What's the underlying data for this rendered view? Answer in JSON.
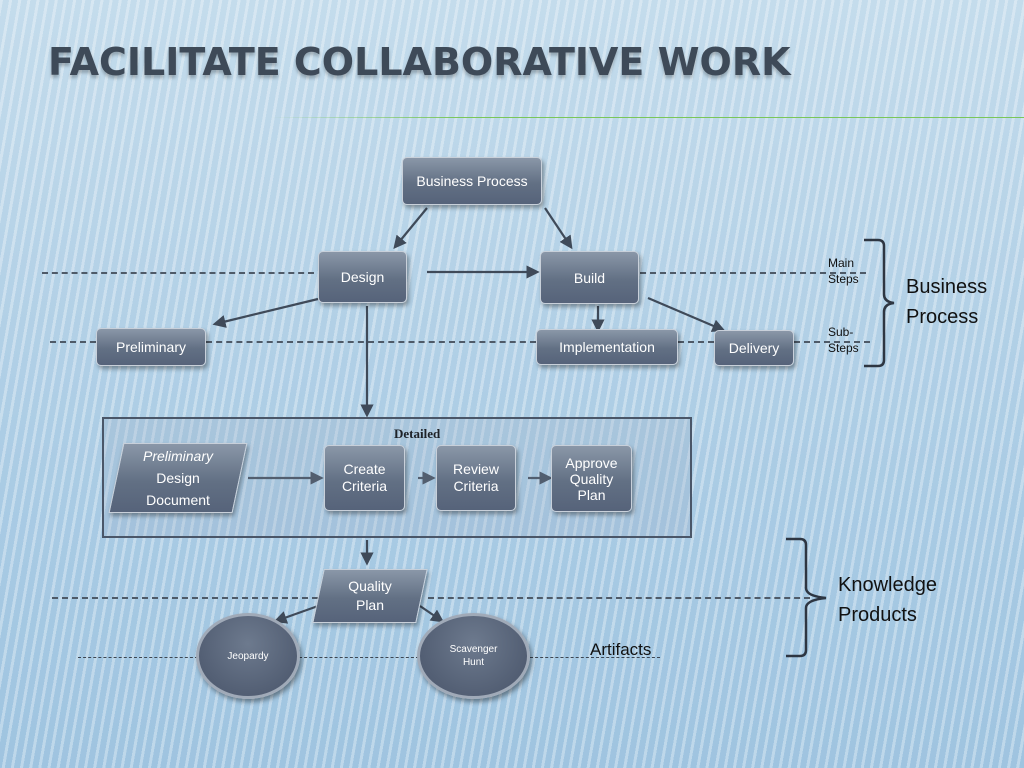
{
  "slide": {
    "title": "FACILITATE COLLABORATIVE WORK"
  },
  "diagram": {
    "business_process": "Business Process",
    "design": "Design",
    "build": "Build",
    "preliminary": "Preliminary",
    "implementation": "Implementation",
    "delivery": "Delivery",
    "detailed": "Detailed",
    "preliminary_design_document": [
      "Preliminary",
      "Design",
      "Document"
    ],
    "create_criteria": [
      "Create",
      "Criteria"
    ],
    "review_criteria": [
      "Review",
      "Criteria"
    ],
    "approve_quality_plan": [
      "Approve",
      "Quality",
      "Plan"
    ],
    "quality_plan": [
      "Quality",
      "Plan"
    ],
    "jeopardy": "Jeopardy",
    "scavenger_hunt": [
      "Scavenger",
      "Hunt"
    ],
    "artifacts": "Artifacts"
  },
  "labels": {
    "main_steps": [
      "Main",
      "Steps"
    ],
    "sub_steps": [
      "Sub-",
      "Steps"
    ],
    "business_process_group": [
      "Business",
      "Process"
    ],
    "knowledge_products_group": [
      "Knowledge",
      "Products"
    ]
  },
  "colors": {
    "box_fill": "#627084",
    "connector": "#3f4a59",
    "title": "#3e4a58",
    "title_rule": "#7ac65a"
  }
}
